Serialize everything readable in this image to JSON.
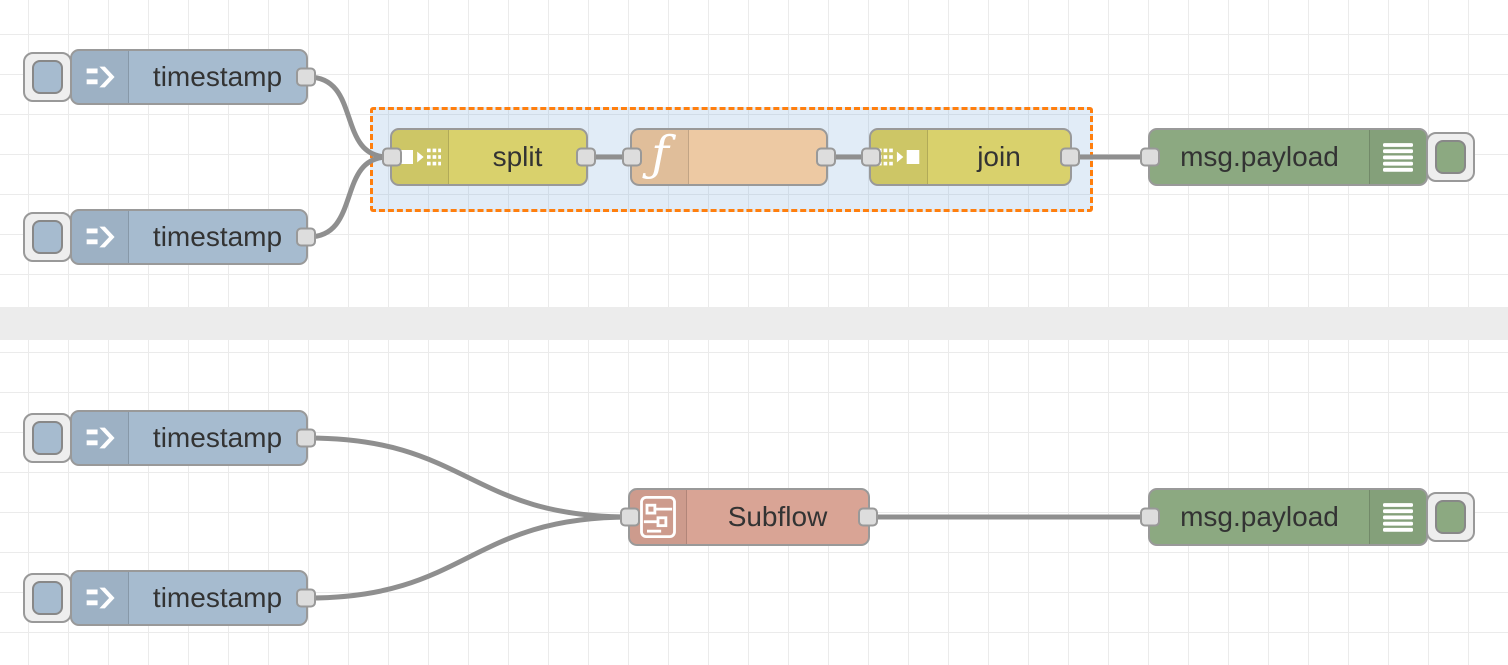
{
  "colors": {
    "canvas-bg": "#ffffff",
    "grid-line": "#ebebeb",
    "divider": "#ececec",
    "label": "#333333",
    "node-border": "#999999",
    "wire": "#8f8f8f",
    "port-fill": "#dddddd",
    "port-border": "#999999",
    "button-face": "#eeeeee",
    "inject-node": "#a6bbcf",
    "split-join-node": "#d9d16c",
    "function-node": "#edc9a3",
    "subflow-node": "#d9a495",
    "debug-node": "#8ca981",
    "group-border": "#ff7f0e",
    "group-fill": "rgba(120,170,220,0.22)"
  },
  "flows": {
    "top": {
      "inject1": {
        "type": "inject",
        "label": "timestamp"
      },
      "inject2": {
        "type": "inject",
        "label": "timestamp"
      },
      "split": {
        "type": "split",
        "label": "split"
      },
      "function": {
        "type": "function",
        "label": ""
      },
      "join": {
        "type": "join",
        "label": "join"
      },
      "debug": {
        "type": "debug",
        "label": "msg.payload"
      }
    },
    "bottom": {
      "inject1": {
        "type": "inject",
        "label": "timestamp"
      },
      "inject2": {
        "type": "inject",
        "label": "timestamp"
      },
      "subflow": {
        "type": "subflow",
        "label": "Subflow"
      },
      "debug": {
        "type": "debug",
        "label": "msg.payload"
      }
    }
  }
}
